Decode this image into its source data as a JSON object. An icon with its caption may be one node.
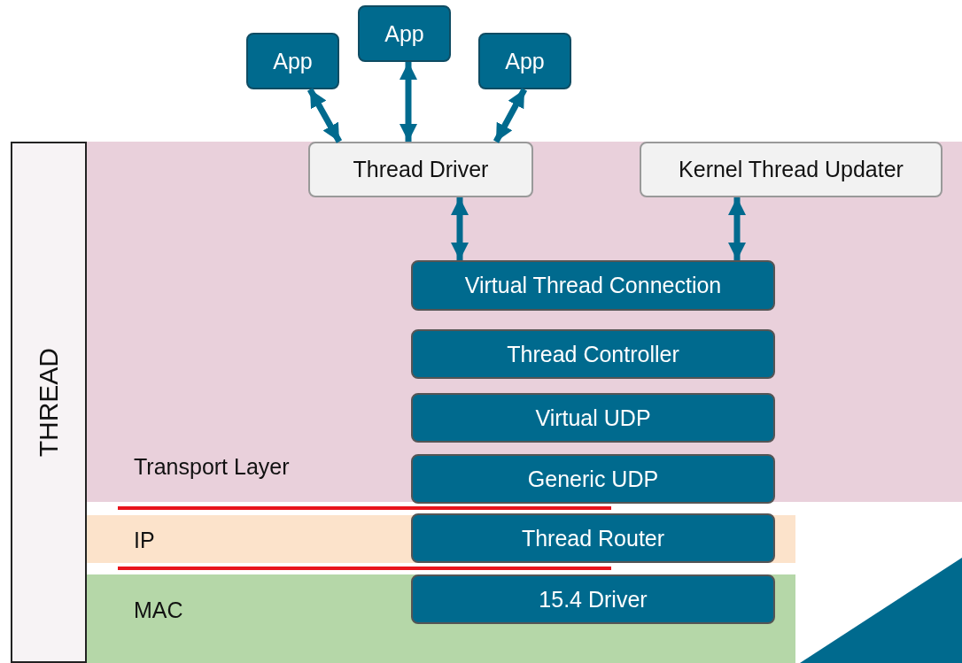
{
  "diagram": {
    "nodes": [
      {
        "text": [
          "THREAD"
        ]
      },
      {
        "text": [
          "Transport Layer"
        ]
      },
      {
        "text": [
          "IP"
        ]
      },
      {
        "text": [
          "MAC"
        ]
      },
      {
        "text": [
          "App"
        ]
      },
      {
        "text": [
          "App"
        ]
      },
      {
        "text": [
          "App"
        ]
      },
      {
        "text": [
          "Thread Driver"
        ],
        "in": 1
      },
      {
        "text": [
          "Kernel Thread Updater"
        ],
        "in": 1
      },
      {
        "text": [
          "Virtual Thread Connection"
        ],
        "in": 1
      },
      {
        "text": [
          "Thread Controller"
        ],
        "in": 1
      },
      {
        "text": [
          "Virtual UDP"
        ],
        "in": 1
      },
      {
        "text": [
          "Generic UDP"
        ],
        "in": 1
      },
      {
        "text": [
          "Thread Router"
        ],
        "in": 2
      },
      {
        "text": [
          "15.4 Driver"
        ],
        "in": 3
      }
    ],
    "edges": [
      {
        "from": 4,
        "to": 7,
        "arrow": "both"
      },
      {
        "from": 5,
        "to": 7,
        "arrow": "both"
      },
      {
        "from": 6,
        "to": 7,
        "arrow": "both"
      },
      {
        "from": 7,
        "to": 9,
        "arrow": "both"
      },
      {
        "from": 8,
        "to": 9,
        "arrow": "both"
      }
    ]
  }
}
